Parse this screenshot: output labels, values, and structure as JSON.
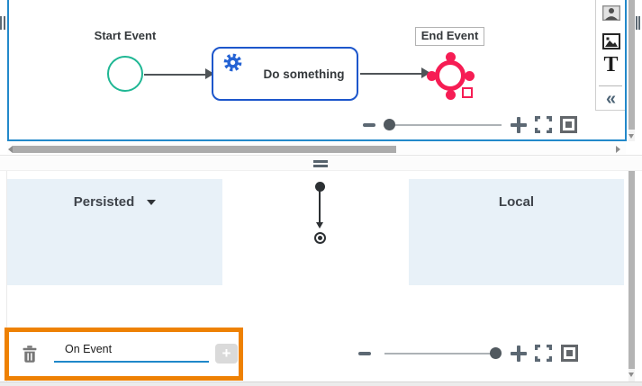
{
  "colors": {
    "panel-border": "#2389ca",
    "task-blue": "#1d56cb",
    "gear-blue": "#2563d4",
    "start-teal": "#1fb794",
    "end-red": "#f61d54",
    "accent-orange": "#ee8103",
    "lane-blue": "#e8f1f8",
    "underline-blue": "#1f88c9",
    "icon-gray": "#5c6873",
    "arrow-gray": "#4f5458",
    "text-dark": "#35393c"
  },
  "diagram": {
    "start_event_label": "Start Event",
    "task_label": "Do something",
    "end_event_label": "End Event"
  },
  "side_toolbar": {
    "text_tool_glyph": "T",
    "collapse_glyph": "«"
  },
  "variables_panel": {
    "persisted_label": "Persisted",
    "local_label": "Local"
  },
  "event_editor": {
    "input_value": "On Event",
    "add_button_label": "+"
  }
}
